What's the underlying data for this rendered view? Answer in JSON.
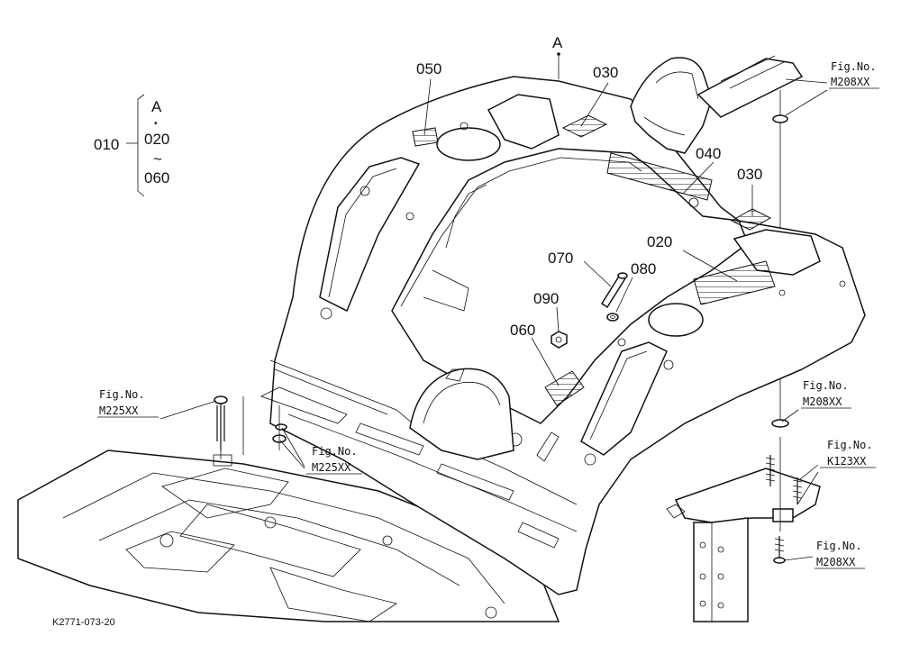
{
  "drawing_code": "K2771-073-20",
  "point_a_label": "A",
  "range_bracket": {
    "main": "010",
    "top_letter": "A",
    "dot": "•",
    "first": "020",
    "tilde": "~",
    "last": "060"
  },
  "callouts": [
    {
      "id": "050",
      "text": "050"
    },
    {
      "id": "030a",
      "text": "030"
    },
    {
      "id": "040",
      "text": "040"
    },
    {
      "id": "030b",
      "text": "030"
    },
    {
      "id": "020",
      "text": "020"
    },
    {
      "id": "070",
      "text": "070"
    },
    {
      "id": "080",
      "text": "080"
    },
    {
      "id": "090",
      "text": "090"
    },
    {
      "id": "060",
      "text": "060"
    }
  ],
  "fig_refs": [
    {
      "id": "ref-top-right",
      "caption": "Fig.No.",
      "number": "M208XX"
    },
    {
      "id": "ref-mid-right",
      "caption": "Fig.No.",
      "number": "M208XX"
    },
    {
      "id": "ref-k123",
      "caption": "Fig.No.",
      "number": "K123XX"
    },
    {
      "id": "ref-bottom-right",
      "caption": "Fig.No.",
      "number": "M208XX"
    },
    {
      "id": "ref-left",
      "caption": "Fig.No.",
      "number": "M225XX"
    },
    {
      "id": "ref-center",
      "caption": "Fig.No.",
      "number": "M225XX"
    }
  ]
}
